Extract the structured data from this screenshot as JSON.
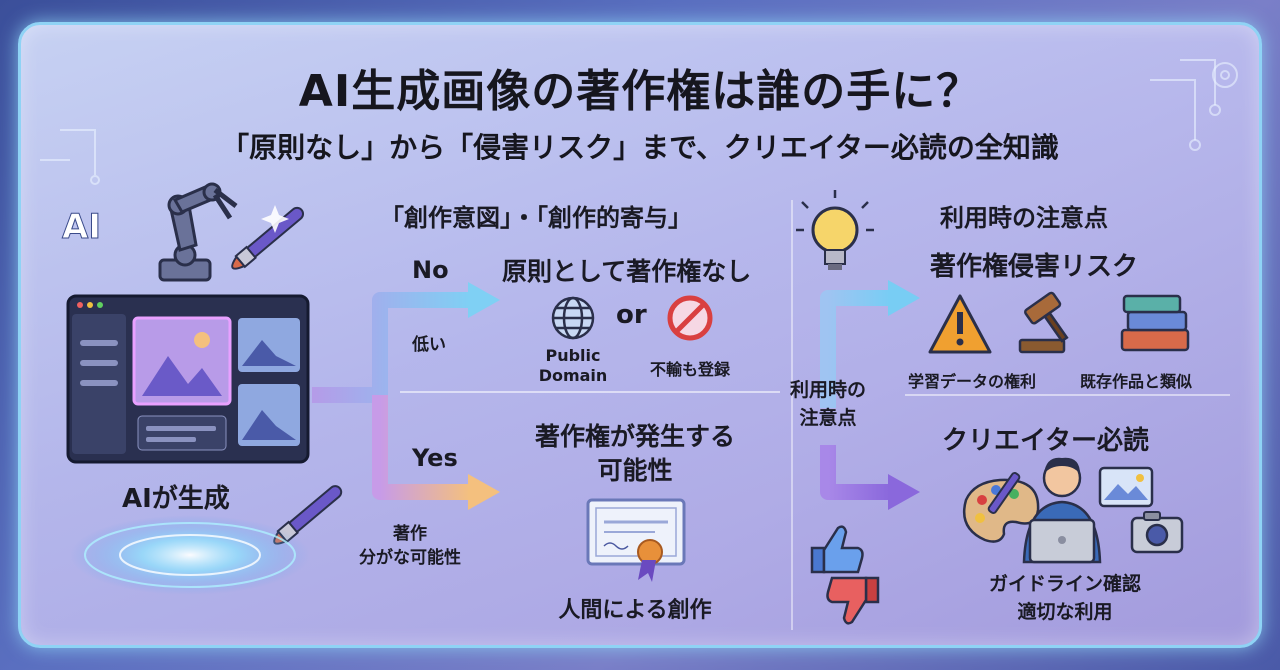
{
  "title": "AI生成画像の著作権は誰の手に？",
  "subtitle": "「原則なし」から「侵害リスク」まで、クリエイター必読の全知識",
  "left": {
    "ai_badge": "AI",
    "caption": "AIが生成"
  },
  "middle": {
    "heading": "「創作意図」・「創作的寄与」",
    "no_label": "No",
    "low_label": "低い",
    "yes_label": "Yes",
    "yes_sub_line1": "著作",
    "yes_sub_line2": "分がな可能性",
    "no_result": "原則として著作権なし",
    "or_label": "or",
    "public_domain_line1": "Public",
    "public_domain_line2": "Domain",
    "no_registration": "不輸も登録",
    "yes_result_line1": "著作権が発生する",
    "yes_result_line2": "可能性",
    "human_creation": "人間による創作"
  },
  "right": {
    "heading": "利用時の注意点",
    "risk_heading": "著作権侵害リスク",
    "center_label_line1": "利用時の",
    "center_label_line2": "注意点",
    "training_data": "学習データの権利",
    "similar_works": "既存作品と類似",
    "creator_heading": "クリエイター必読",
    "guideline_line1": "ガイドライン確認",
    "guideline_line2": "適切な利用"
  },
  "colors": {
    "frame": "#8fd3f5",
    "arrow_blue": "#6ec8f0",
    "arrow_purple": "#9a7ae0",
    "arrow_orange": "#f2b878",
    "warning": "#f0a030",
    "prohibit": "#d94040"
  }
}
